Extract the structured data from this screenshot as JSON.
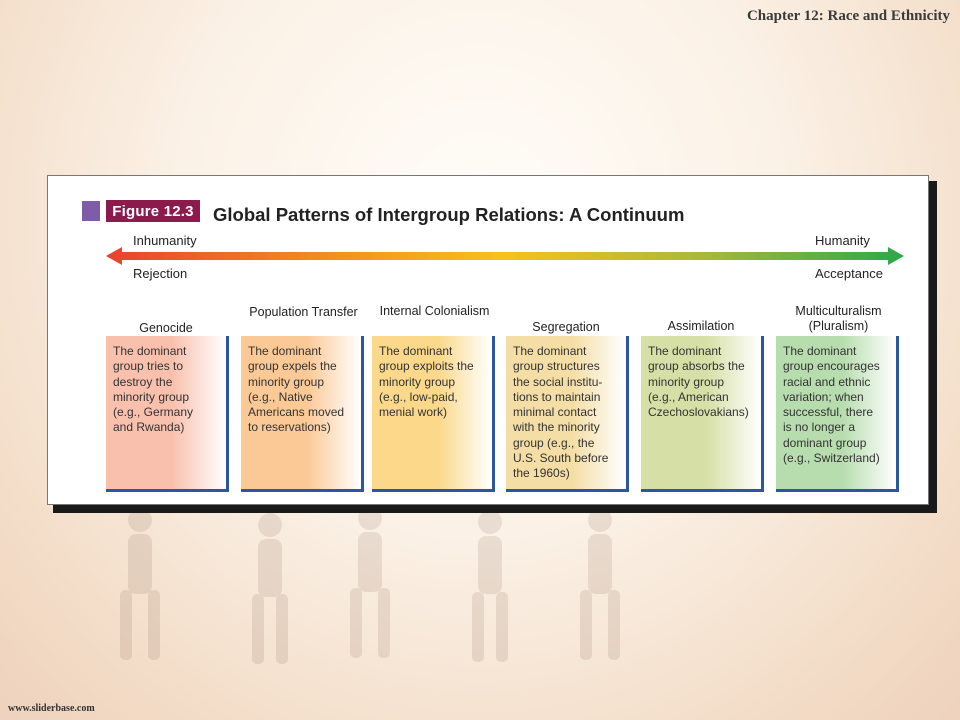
{
  "header": {
    "chapter_title": "Chapter  12: Race and Ethnicity"
  },
  "footer": {
    "url": "www.sliderbase.com"
  },
  "figure": {
    "badge": "Figure 12.3",
    "title": "Global Patterns of Intergroup Relations: A Continuum",
    "left_top": "Inhumanity",
    "left_bottom": "Rejection",
    "right_top": "Humanity",
    "right_bottom": "Acceptance",
    "arrow_colors": [
      "#e8412f",
      "#f1881f",
      "#f7c11c",
      "#a8b93a",
      "#2aa84a"
    ],
    "stages": [
      {
        "label": "Genocide",
        "color": "#f9c0ad",
        "lines": [
          "The dominant",
          "group tries to",
          "destroy the",
          "minority group",
          "(e.g., Germany",
          "and Rwanda)"
        ]
      },
      {
        "label": "Population Transfer",
        "color": "#fbc996",
        "lines": [
          "The dominant",
          "group expels the",
          "minority group",
          "(e.g., Native",
          "Americans moved",
          "to reservations)"
        ]
      },
      {
        "label": "Internal Colonialism",
        "color": "#fbd88a",
        "lines": [
          "The dominant",
          "group exploits the",
          "minority group",
          "(e.g., low-paid,",
          "menial work)"
        ]
      },
      {
        "label": "Segregation",
        "color": "#f4dea5",
        "lines": [
          "The dominant",
          "group structures",
          "the social institu-",
          "tions to maintain",
          "minimal contact",
          "with the minority",
          "group (e.g., the",
          "U.S. South before",
          "the 1960s)"
        ]
      },
      {
        "label": "Assimilation",
        "color": "#d6e0a6",
        "lines": [
          "The dominant",
          "group absorbs the",
          "minority group",
          "(e.g., American",
          "Czechoslovakians)"
        ]
      },
      {
        "label": "Multiculturalism (Pluralism)",
        "color": "#b7dcae",
        "lines": [
          "The dominant",
          "group encourages",
          "racial and ethnic",
          "variation; when",
          "successful, there",
          "is no longer a",
          "dominant group",
          "(e.g., Switzerland)"
        ]
      }
    ]
  }
}
